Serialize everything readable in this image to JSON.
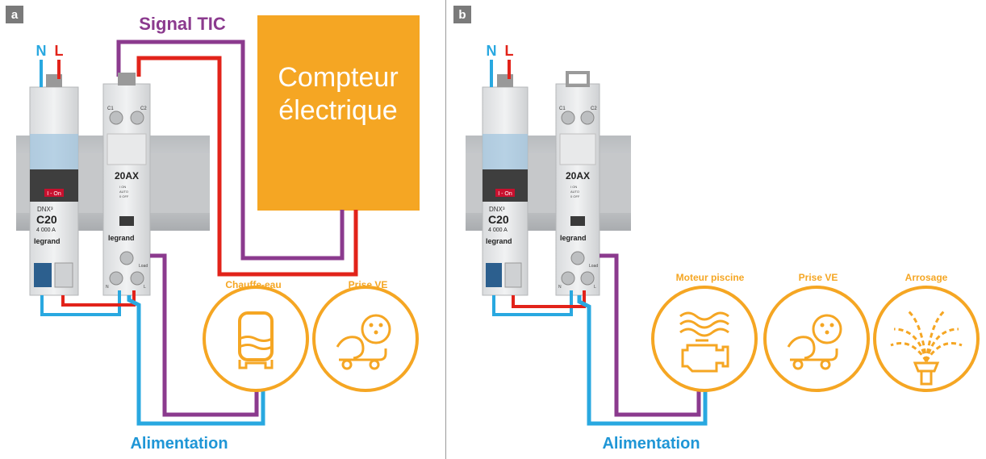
{
  "panels": [
    {
      "badge": "a",
      "phase_n": "N",
      "phase_l": "L",
      "signal_label": "Signal TIC",
      "meter_line1": "Compteur",
      "meter_line2": "électrique",
      "supply_label": "Alimentation",
      "breaker": {
        "brand": "DNX³",
        "rating": "C20",
        "code": "4 000 A",
        "switch": "I - On",
        "logo": "legrand"
      },
      "contactor": {
        "rating": "20AX",
        "term1": "C1",
        "term2": "C2",
        "modes": [
          "I ON",
          "AUTO",
          "0 OFF"
        ],
        "load": "Load",
        "n": "N",
        "l": "L",
        "logo": "legrand"
      },
      "loads": [
        {
          "label": "Chauffe-eau",
          "icon": "water-heater-icon"
        },
        {
          "label": "Prise VE",
          "icon": "ev-charger-icon"
        }
      ]
    },
    {
      "badge": "b",
      "phase_n": "N",
      "phase_l": "L",
      "supply_label": "Alimentation",
      "breaker": {
        "brand": "DNX³",
        "rating": "C20",
        "code": "4 000 A",
        "switch": "I - On",
        "logo": "legrand"
      },
      "contactor": {
        "rating": "20AX",
        "term1": "C1",
        "term2": "C2",
        "modes": [
          "I ON",
          "AUTO",
          "0 OFF"
        ],
        "load": "Load",
        "n": "N",
        "l": "L",
        "logo": "legrand"
      },
      "loads": [
        {
          "label": "Moteur piscine",
          "icon": "pool-motor-icon"
        },
        {
          "label": "Prise VE",
          "icon": "ev-charger-icon"
        },
        {
          "label": "Arrosage",
          "icon": "sprinkler-icon"
        }
      ]
    }
  ],
  "colors": {
    "neutral_blue": "#29a8e0",
    "live_red": "#e2231a",
    "signal_purple": "#8b3a8e",
    "accent_orange": "#f5a623",
    "supply_blue": "#1f96d6"
  }
}
